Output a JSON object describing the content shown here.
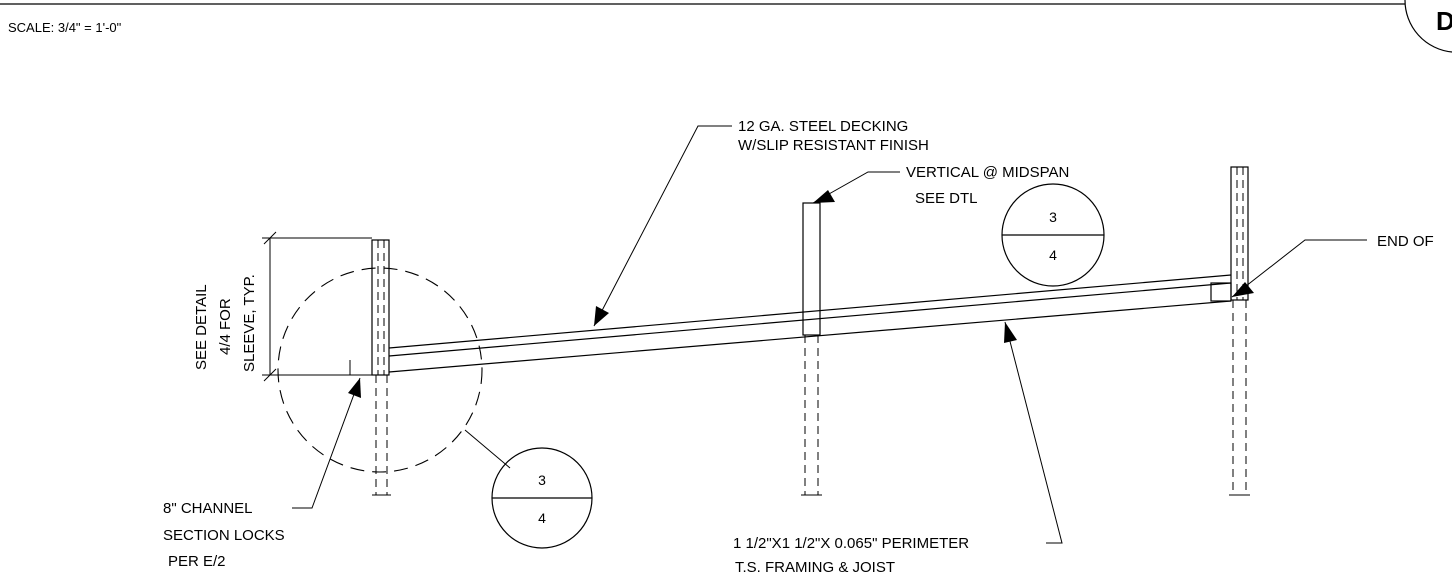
{
  "scale_label": "SCALE: 3/4\" = 1'-0\"",
  "title_tag": "D",
  "notes": {
    "decking_1": "12 GA. STEEL DECKING",
    "decking_2": "W/SLIP RESISTANT FINISH",
    "vertical_1": "VERTICAL @ MIDSPAN",
    "vertical_2": "SEE DTL",
    "end_of": "END OF",
    "see_detail_1": "SEE DETAIL",
    "see_detail_2": "4/4 FOR",
    "see_detail_3": "SLEEVE, TYP.",
    "channel_1": "8\" CHANNEL",
    "channel_2": "SECTION LOCKS",
    "channel_3": "PER E/2",
    "framing_1": "1 1/2\"X1 1/2\"X  0.065\" PERIMETER",
    "framing_2": "T.S. FRAMING & JOIST"
  },
  "detail_bubbles": [
    {
      "top": "3",
      "bottom": "4"
    },
    {
      "top": "3",
      "bottom": "4"
    }
  ]
}
